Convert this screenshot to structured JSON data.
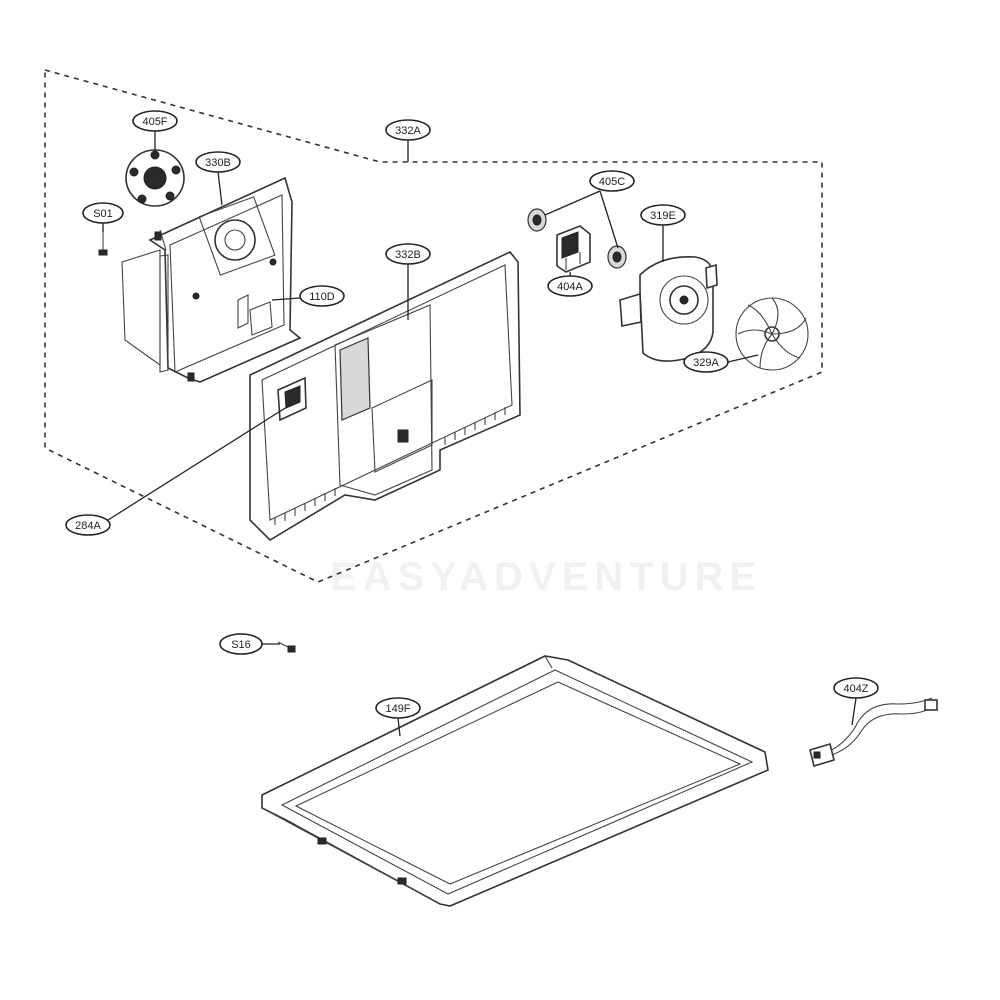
{
  "diagram": {
    "callouts": {
      "405F": "405F",
      "330B": "330B",
      "332A": "332A",
      "S01": "S01",
      "405C": "405C",
      "319E": "319E",
      "332B": "332B",
      "110D": "110D",
      "404A": "404A",
      "329A": "329A",
      "284A": "284A",
      "S16": "S16",
      "149F": "149F",
      "404Z": "404Z"
    },
    "watermark": "EASYADVENTURE"
  }
}
